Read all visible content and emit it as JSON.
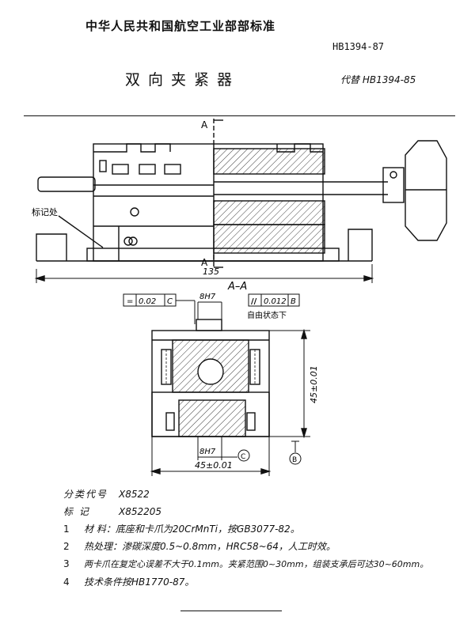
{
  "header": {
    "organization": "中华人民共和国航空工业部部标准",
    "standard_code": "HB1394-87",
    "title": "双向夹紧器",
    "replaces": "代替 HB1394-85"
  },
  "drawing": {
    "section_marker": "A",
    "section_marker_bottom": "A",
    "side_label": "标记处",
    "dim_overall": "135",
    "section_title": "A–A",
    "tol_flatness_symbol": "=",
    "tol_flatness_value": "0.02",
    "tol_flatness_datum": "C",
    "tol_parallel_symbol": "//",
    "tol_parallel_value": "0.012",
    "tol_parallel_datum": "B",
    "fit_top": "8H7",
    "free_state_note": "自由状态下",
    "dim_height": "45±0.01",
    "fit_bottom": "8H7",
    "datum_c": "C",
    "datum_b": "B",
    "dim_width": "45±0.01"
  },
  "notes": {
    "classification_label": "分类代号",
    "classification_value": "X8522",
    "mark_label": "标    记",
    "mark_value": "X852205",
    "items": [
      {
        "num": "1",
        "text": "材  料：底座和卡爪为20CrMnTi，按GB3077-82。"
      },
      {
        "num": "2",
        "text": "热处理：渗碳深度0.5~0.8mm，HRC58~64，人工时效。"
      },
      {
        "num": "3",
        "text": "两卡爪在复定心误差不大于0.1mm。夹紧范围0~30mm，组装支承后可达30~60mm。"
      },
      {
        "num": "4",
        "text": "技术条件按HB1770-87。"
      }
    ]
  }
}
